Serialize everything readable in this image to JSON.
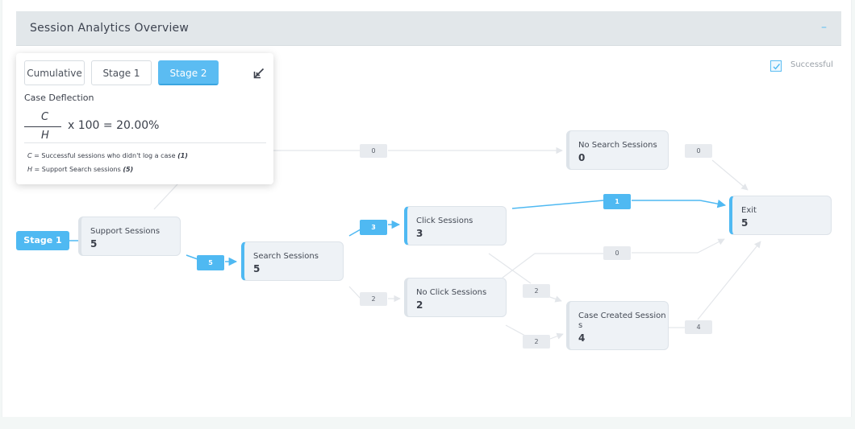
{
  "header": {
    "title": "Session Analytics Overview",
    "collapse_symbol": "–"
  },
  "legend": {
    "label": "Successful",
    "checked": true,
    "color": "#4fb9f2"
  },
  "stage_button": {
    "label": "Stage 1"
  },
  "nodes": {
    "support": {
      "label": "Support Sessions",
      "value": "5"
    },
    "search": {
      "label": "Search Sessions",
      "value": "5"
    },
    "no_search": {
      "label": "No Search Sessions",
      "value": "0"
    },
    "click": {
      "label": "Click Sessions",
      "value": "3"
    },
    "no_click": {
      "label": "No Click Sessions",
      "value": "2"
    },
    "case_created": {
      "label_line1": "Case Created Session",
      "label_line2": "s",
      "value": "4"
    },
    "exit": {
      "label": "Exit",
      "value": "5"
    }
  },
  "edges": {
    "support_to_no_search": "0",
    "no_search_to_exit": "0",
    "support_to_search": "5",
    "search_to_click": "3",
    "search_to_no_click": "2",
    "click_to_exit": "1",
    "no_click_to_exit": "0",
    "click_to_case": "2",
    "no_click_to_case": "2",
    "case_to_exit": "4"
  },
  "popover": {
    "tabs": [
      "Cumulative",
      "Stage 1",
      "Stage 2"
    ],
    "selected_tab": "Stage 2",
    "metric_title": "Case Deflection",
    "numerator": "C",
    "denominator": "H",
    "formula": "x 100 = 20.00%",
    "def_c": {
      "symbol": "C",
      "text": " = Successful sessions who didn't log a case ",
      "count": "(1)"
    },
    "def_h": {
      "symbol": "H",
      "text": " = Support Search sessions ",
      "count": "(5)"
    }
  },
  "colors": {
    "accent": "#4fb9f2",
    "edge_inactive": "#e3e6ea",
    "node_bg": "#eef2f6",
    "header_bg": "#e2e7ea"
  }
}
